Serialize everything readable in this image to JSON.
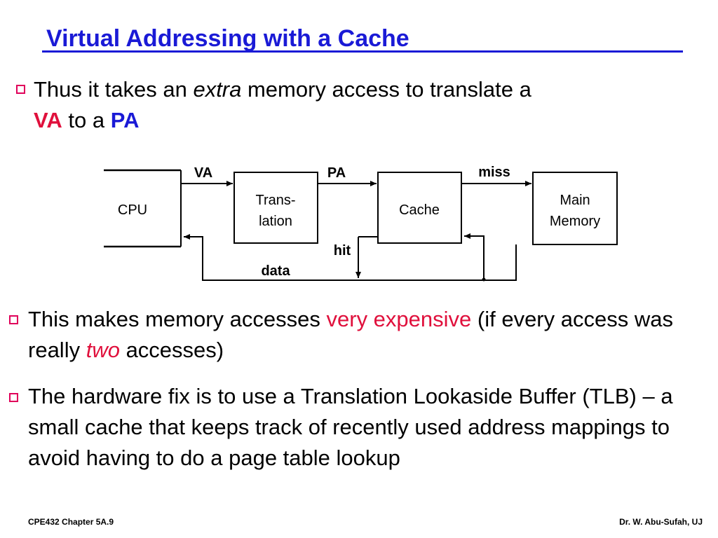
{
  "title": "Virtual Addressing with a Cache",
  "bullets": [
    {
      "p1": "Thus it takes an ",
      "em": "extra",
      "p2": " memory access to translate a ",
      "va": "VA",
      "p3": " to a ",
      "pa": "PA"
    },
    {
      "p1": "This makes memory accesses ",
      "hl": "very expensive",
      "p2": " (if every access was really ",
      "em": "two",
      "p3": " accesses)"
    },
    {
      "text": "The hardware fix is to use a Translation Lookaside Buffer (TLB) – a small cache that keeps track of recently used address mappings to avoid having to do a page table lookup"
    }
  ],
  "diagram": {
    "cpu": "CPU",
    "translation": [
      "Trans-",
      "lation"
    ],
    "cache": "Cache",
    "main_memory": [
      "Main",
      "Memory"
    ],
    "va": "VA",
    "pa": "PA",
    "miss": "miss",
    "hit": "hit",
    "data": "data"
  },
  "footer": {
    "left": "CPE432  Chapter 5A.9",
    "right": "Dr. W. Abu-Sufah, UJ"
  },
  "colors": {
    "title": "#1a1ad6",
    "highlight_red": "#e0103c",
    "bullet_box": "#e0005a"
  }
}
